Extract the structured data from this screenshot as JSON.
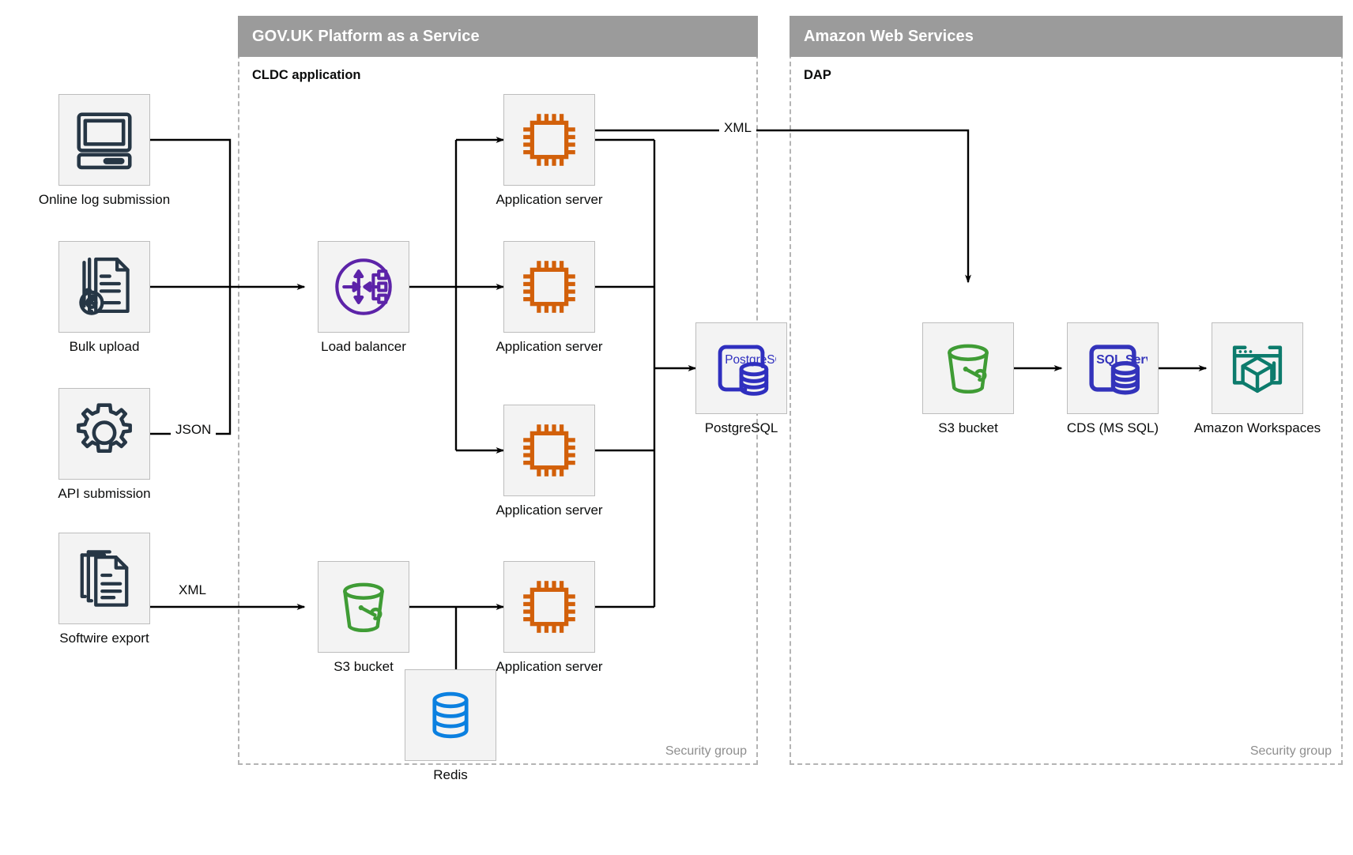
{
  "zones": [
    {
      "id": "paas",
      "title": "GOV.UK Platform as a Service",
      "group_title": "CLDC application",
      "security_label": "Security group"
    },
    {
      "id": "aws",
      "title": "Amazon Web Services",
      "group_title": "DAP",
      "security_label": "Security group"
    }
  ],
  "colors": {
    "header_bg": "#9b9b9b",
    "header_text": "#ffffff",
    "tile_bg": "#f3f3f3",
    "tile_border": "#bdbdbd",
    "dashed_border": "#b4b4b4",
    "wire": "#000000",
    "cpu_orange": "#d2600a",
    "postgres_blue": "#2f2fbf",
    "sqlserver_blue": "#3333bb",
    "bucket_green": "#3f9c35",
    "redis_blue": "#0b80e0",
    "loadbalancer_purple": "#5c23a8",
    "workspaces_teal": "#0c7b6c",
    "device_navy": "#263645",
    "muted_text": "#8e8e8e"
  },
  "sources": [
    {
      "id": "online-log",
      "label": "Online log submission",
      "icon": "desktop-computer-icon"
    },
    {
      "id": "bulk-upload",
      "label": "Bulk upload",
      "icon": "document-gear-icon"
    },
    {
      "id": "api-submission",
      "label": "API submission",
      "icon": "gear-icon"
    },
    {
      "id": "softwire-export",
      "label": "Softwire export",
      "icon": "documents-stack-icon"
    }
  ],
  "paas_nodes": [
    {
      "id": "load-balancer",
      "label": "Load balancer",
      "icon": "load-balancer-icon"
    },
    {
      "id": "app-server-1",
      "label": "Application server",
      "icon": "cpu-chip-icon"
    },
    {
      "id": "app-server-2",
      "label": "Application server",
      "icon": "cpu-chip-icon"
    },
    {
      "id": "app-server-3",
      "label": "Application server",
      "icon": "cpu-chip-icon"
    },
    {
      "id": "app-server-4",
      "label": "Application server",
      "icon": "cpu-chip-icon"
    },
    {
      "id": "postgresql",
      "label": "PostgreSQL",
      "icon": "postgresql-icon",
      "icon_text": "PostgreSQL"
    },
    {
      "id": "s3-bucket-paas",
      "label": "S3 bucket",
      "icon": "s3-bucket-icon"
    },
    {
      "id": "redis",
      "label": "Redis",
      "icon": "redis-database-icon"
    }
  ],
  "aws_nodes": [
    {
      "id": "s3-bucket-aws",
      "label": "S3 bucket",
      "icon": "s3-bucket-icon"
    },
    {
      "id": "cds-mssql",
      "label": "CDS (MS SQL)",
      "icon": "sql-server-icon",
      "icon_text": "SQL Server"
    },
    {
      "id": "amazon-workspaces",
      "label": "Amazon Workspaces",
      "icon": "amazon-workspaces-icon"
    }
  ],
  "edge_labels": [
    {
      "id": "json-label",
      "text": "JSON"
    },
    {
      "id": "xml-softwire-label",
      "text": "XML"
    },
    {
      "id": "xml-export-label",
      "text": "XML"
    }
  ]
}
